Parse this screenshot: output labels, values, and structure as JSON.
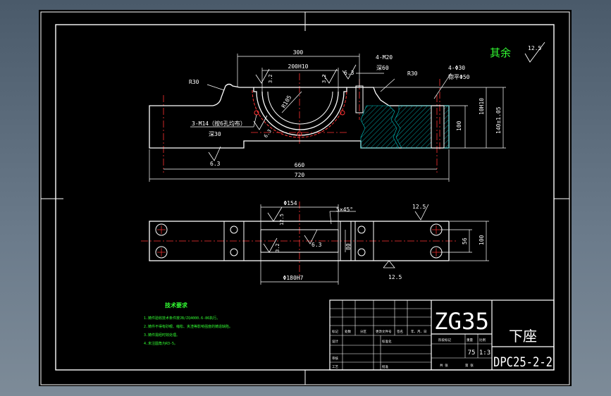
{
  "drawing": {
    "title_cn": "下座",
    "material": "ZG35",
    "drawing_no": "DPC25-2-2",
    "weight": "75",
    "scale": "1:3",
    "surface_rest": "其余",
    "surface_rest_value": "12.5"
  },
  "front_view": {
    "dims": {
      "d300": "300",
      "d200": "200H10",
      "d660": "660",
      "d720": "720",
      "r30_left": "R30",
      "r30_right": "R30",
      "r105": "R105",
      "d100": "100",
      "d10h10": "10H10",
      "d140": "140±1.05"
    },
    "notes": {
      "thread_right": "4-M20",
      "depth60": "深60",
      "hole4": "4-Φ30",
      "spot50": "锪平Φ50",
      "thread_left": "3-M14（按6孔均布）",
      "depth30": "深30"
    },
    "rough": {
      "r32a": "3.2",
      "r32b": "3.2",
      "r63a": "6.3",
      "r63b": "6.3",
      "r63c": "6.3"
    }
  },
  "top_view": {
    "dims": {
      "d154": "Φ154",
      "chamfer": "5×45°",
      "d180": "Φ180H7",
      "d80": "80",
      "d56": "56",
      "d100": "100"
    },
    "rough": {
      "r125a": "12.5",
      "r125b": "12.5",
      "r125c": "12.5",
      "r32": "3.2",
      "r63": "6.3"
    }
  },
  "tech_req": {
    "title": "技术要求",
    "items": [
      "1.铸件验收技术条件按JB/ZQ4000.6-86执行。",
      "2.铸件不得有砂眼、缩松、夹渣等影响强度的铸造缺陷。",
      "3.铸件需经时效处理。",
      "4.未注圆角为R3-5。"
    ]
  },
  "title_block": {
    "c_mark": "标记",
    "c_qty": "处数",
    "c_zone": "分区",
    "c_docno": "更改文件号",
    "c_sign": "签名",
    "c_date": "年、月、日",
    "c_design": "设计",
    "c_std": "标准化",
    "c_check": "审核",
    "c_process": "工艺",
    "c_approve": "批准",
    "c_stage": "阶段标记",
    "c_weight": "重量",
    "c_scale": "比例",
    "c_sheets": "共 张",
    "c_sheet": "第 张"
  }
}
